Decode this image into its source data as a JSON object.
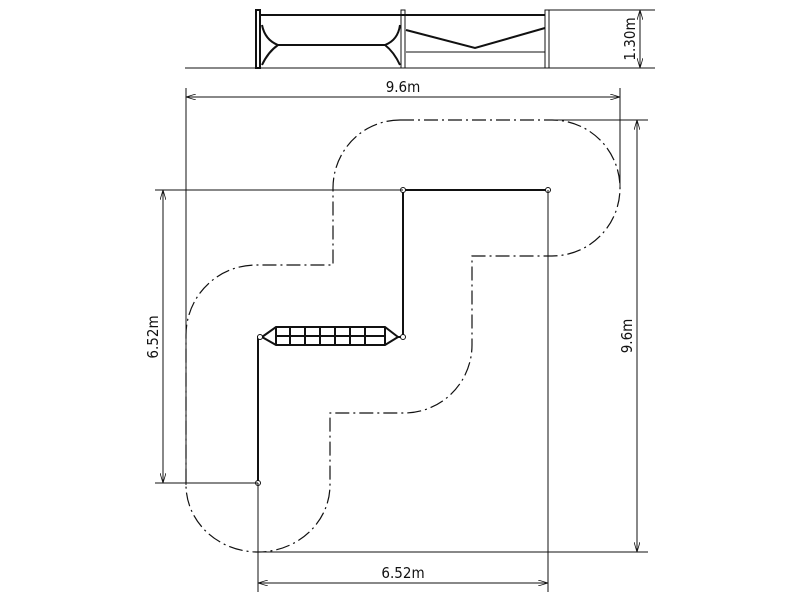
{
  "elevation": {
    "height_label": "1.30m"
  },
  "plan": {
    "overall_width_label": "9.6m",
    "overall_depth_label": "9.6m",
    "inner_depth_label": "6.52m",
    "inner_width_label": "6.52m"
  },
  "colors": {
    "line": "#111111",
    "background": "#ffffff"
  }
}
